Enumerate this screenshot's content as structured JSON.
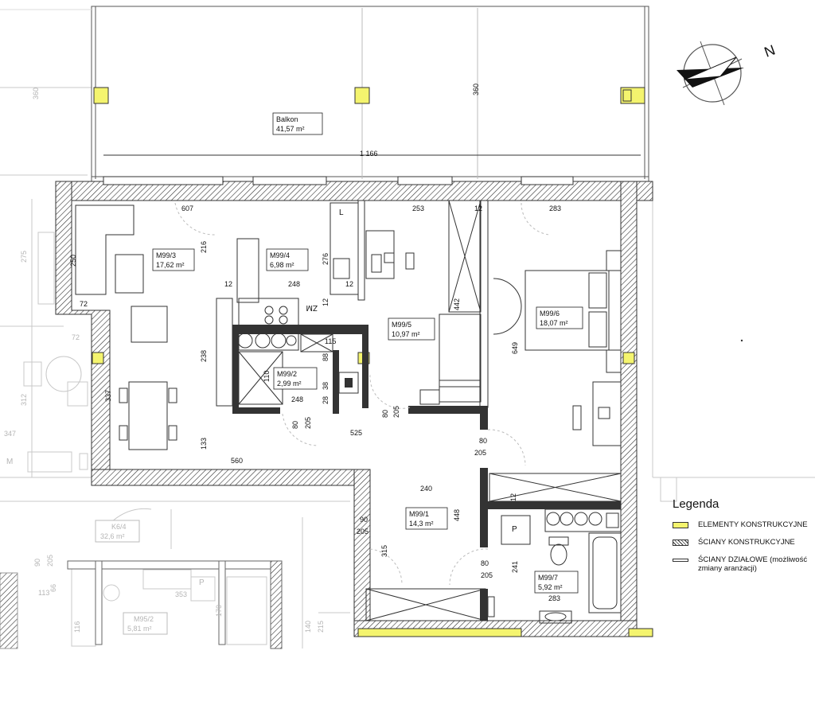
{
  "north_label": "N",
  "rooms": [
    {
      "id": "balkon",
      "name": "Balkon",
      "area": "41,57 m²"
    },
    {
      "id": "m99-3",
      "name": "M99/3",
      "area": "17,62 m²"
    },
    {
      "id": "m99-4",
      "name": "M99/4",
      "area": "6,98 m²"
    },
    {
      "id": "m99-5",
      "name": "M99/5",
      "area": "10,97 m²"
    },
    {
      "id": "m99-6",
      "name": "M99/6",
      "area": "18,07 m²"
    },
    {
      "id": "m99-2",
      "name": "M99/2",
      "area": "2,99 m²"
    },
    {
      "id": "m99-1",
      "name": "M99/1",
      "area": "14,3 m²"
    },
    {
      "id": "m99-7",
      "name": "M99/7",
      "area": "5,92 m²"
    }
  ],
  "neighbour_rooms": [
    {
      "id": "k6-4",
      "name": "K6/4",
      "area": "32,6 m²"
    },
    {
      "id": "m95-2",
      "name": "M95/2",
      "area": "5,81 m²"
    }
  ],
  "dimensions": [
    "360",
    "360",
    "1 166",
    "607",
    "253",
    "12",
    "283",
    "250",
    "216",
    "276",
    "12",
    "12",
    "248",
    "12",
    "72",
    "72",
    "115",
    "88",
    "110",
    "38",
    "28",
    "248",
    "238",
    "442",
    "649",
    "337",
    "80",
    "205",
    "80",
    "205",
    "525",
    "133",
    "560",
    "80",
    "205",
    "240",
    "12",
    "448",
    "90",
    "205",
    "315",
    "80",
    "205",
    "241",
    "283"
  ],
  "neighbour_dimensions": [
    "275",
    "312",
    "347",
    "90",
    "205",
    "113",
    "66",
    "353",
    "170",
    "116",
    "140",
    "215"
  ],
  "markers": [
    "ZM",
    "P",
    "P",
    "L",
    "M"
  ],
  "legend": {
    "title": "Legenda",
    "items": [
      {
        "label": "ELEMENTY KONSTRUKCYJNE"
      },
      {
        "label": "ŚCIANY KONSTRUKCYJNE"
      },
      {
        "label": "ŚCIANY DZIAŁOWE (możliwość",
        "label2": "zmiany aranżacji)"
      }
    ]
  },
  "colors": {
    "structural": "#f4f46e",
    "wall": "#333333",
    "faint": "#bdbdbd"
  }
}
